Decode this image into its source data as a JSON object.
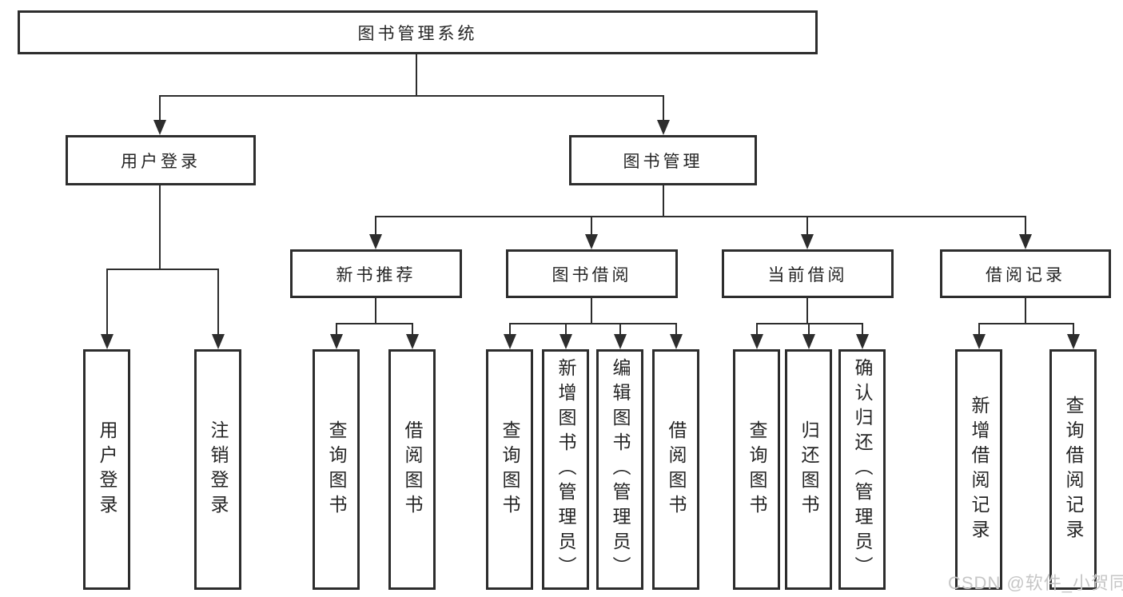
{
  "diagram": {
    "title": "图书管理系统",
    "root": {
      "label": "图书管理系统"
    },
    "level2": [
      {
        "id": "user-login",
        "label": "用户登录"
      },
      {
        "id": "book-management",
        "label": "图书管理"
      }
    ],
    "level3": [
      {
        "id": "new-book-recommend",
        "label": "新书推荐",
        "parent": "图书管理"
      },
      {
        "id": "book-borrow",
        "label": "图书借阅",
        "parent": "图书管理"
      },
      {
        "id": "current-borrow",
        "label": "当前借阅",
        "parent": "图书管理"
      },
      {
        "id": "borrow-records",
        "label": "借阅记录",
        "parent": "图书管理"
      }
    ],
    "leaves": [
      {
        "label": "用户登录",
        "parent": "用户登录"
      },
      {
        "label": "注销登录",
        "parent": "用户登录"
      },
      {
        "label": "查询图书",
        "parent": "新书推荐"
      },
      {
        "label": "借阅图书",
        "parent": "新书推荐"
      },
      {
        "label": "查询图书",
        "parent": "图书借阅"
      },
      {
        "label": "新增图书（管理员）",
        "parent": "图书借阅"
      },
      {
        "label": "编辑图书（管理员）",
        "parent": "图书借阅"
      },
      {
        "label": "借阅图书",
        "parent": "图书借阅"
      },
      {
        "label": "查询图书",
        "parent": "当前借阅"
      },
      {
        "label": "归还图书",
        "parent": "当前借阅"
      },
      {
        "label": "确认归还（管理员）",
        "parent": "当前借阅"
      },
      {
        "label": "新增借阅记录",
        "parent": "借阅记录"
      },
      {
        "label": "查询借阅记录",
        "parent": "借阅记录"
      }
    ]
  },
  "watermark": {
    "text": "CSDN @软件_小贺同学"
  },
  "colors": {
    "line": "#2d2d2d",
    "text": "#252525",
    "watermark": "#c6c6c6",
    "background": "#ffffff"
  }
}
